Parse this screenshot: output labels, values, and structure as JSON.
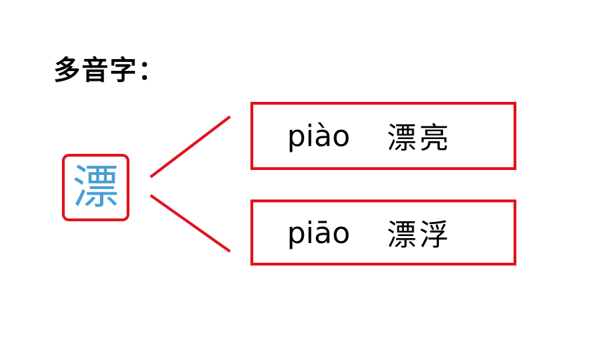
{
  "title": "多音字：",
  "character": "漂",
  "readings": [
    {
      "pinyin": "piào",
      "word": "漂亮"
    },
    {
      "pinyin": "piāo",
      "word": "漂浮"
    }
  ],
  "colors": {
    "border": "#e0141e",
    "character": "#4a9fd6",
    "text": "#000000"
  }
}
